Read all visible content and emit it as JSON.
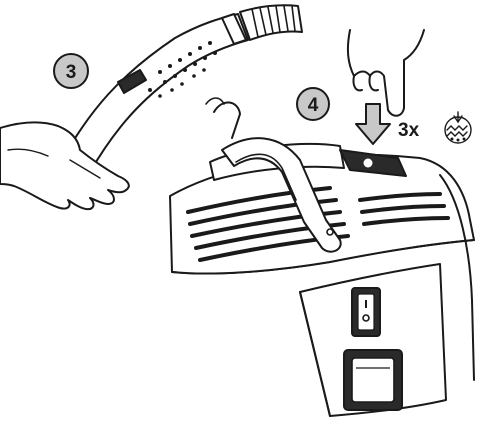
{
  "steps": {
    "step3_label": "3",
    "step4_label": "4"
  },
  "press_instruction": {
    "count_label": "3x"
  },
  "colors": {
    "line": "#1a1a1a",
    "badge_fill": "#c8c8c8",
    "dark_fill": "#2a2a2a",
    "background": "#ffffff"
  },
  "icons": [
    "hand-icon",
    "hose-icon",
    "vacuum-icon",
    "pointing-finger-icon",
    "down-arrow-icon",
    "button-symbol-icon",
    "power-switch-icon",
    "socket-icon"
  ]
}
